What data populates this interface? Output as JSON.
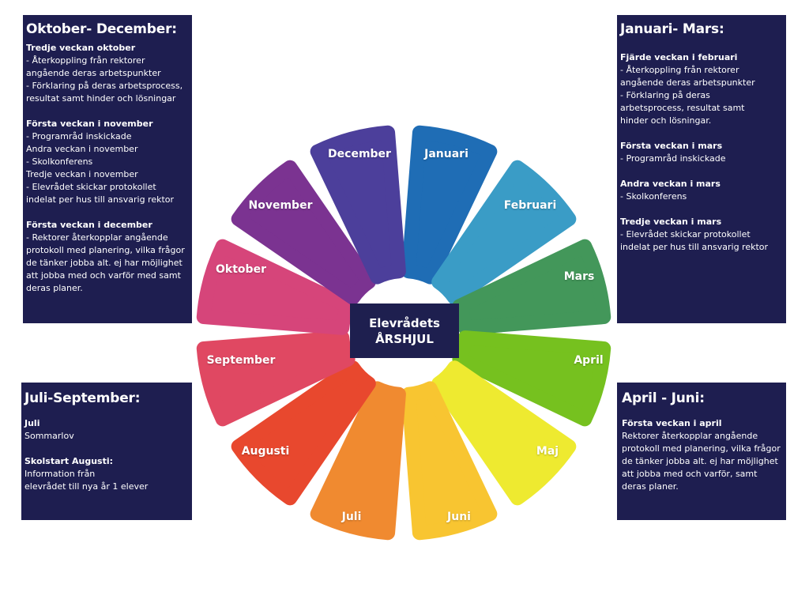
{
  "center": {
    "line1": "Elevrådets",
    "line2": "ÅRSHJUL"
  },
  "months": [
    {
      "label": "Januari",
      "color": "#1f6db5"
    },
    {
      "label": "Februari",
      "color": "#3a9cc6"
    },
    {
      "label": "Mars",
      "color": "#43975a"
    },
    {
      "label": "April",
      "color": "#76c11f"
    },
    {
      "label": "Maj",
      "color": "#eeea30"
    },
    {
      "label": "Juni",
      "color": "#f8c531"
    },
    {
      "label": "Juli",
      "color": "#f08a30"
    },
    {
      "label": "Augusti",
      "color": "#e8482e"
    },
    {
      "label": "September",
      "color": "#e04862"
    },
    {
      "label": "Oktober",
      "color": "#d6457a"
    },
    {
      "label": "November",
      "color": "#7b3391"
    },
    {
      "label": "December",
      "color": "#4c3f9b"
    }
  ],
  "boxes": {
    "okt_dec": {
      "title": "Oktober- December:",
      "sections": [
        {
          "heading": "Tredje veckan oktober",
          "body": "- Återkoppling från rektorer\nangående deras arbetspunkter\n- Förklaring på deras arbetsprocess,\nresultat samt hinder och lösningar"
        },
        {
          "heading": "Första veckan i november",
          "body": "- Programråd inskickade\nAndra veckan i november\n- Skolkonferens\nTredje veckan i november\n- Elevrådet skickar protokollet\nindelat per hus till ansvarig rektor"
        },
        {
          "heading": "Första veckan i december",
          "body": "- Rektorer återkopplar angående\nprotokoll med planering, vilka frågor\nde tänker jobba alt. ej har möjlighet\natt jobba med och varför med samt\nderas planer."
        }
      ]
    },
    "jan_mar": {
      "title": "Januari- Mars:",
      "sections": [
        {
          "heading": "Fjärde veckan i februari",
          "body": "- Återkoppling från rektorer\nangående deras arbetspunkter\n- Förklaring på deras\narbetsprocess, resultat samt\nhinder och lösningar."
        },
        {
          "heading": "Första veckan i mars",
          "body": "- Programråd inskickade"
        },
        {
          "heading": "Andra veckan i mars",
          "body": "- Skolkonferens"
        },
        {
          "heading": "Tredje veckan i mars",
          "body": "- Elevrådet skickar protokollet\nindelat per hus till ansvarig rektor"
        }
      ]
    },
    "jul_sep": {
      "title": "Juli-September:",
      "sections": [
        {
          "heading": "Juli",
          "body": "Sommarlov"
        },
        {
          "heading": "Skolstart Augusti:",
          "body": "Information från\nelevrådet till nya år 1 elever"
        }
      ]
    },
    "apr_jun": {
      "title": "April - Juni:",
      "sections": [
        {
          "heading": "Första veckan i april",
          "body": "Rektorer återkopplar angående\nprotokoll med planering, vilka frågor\nde tänker jobba alt. ej har möjlighet\natt jobba med och varför, samt\nderas planer."
        }
      ]
    }
  }
}
